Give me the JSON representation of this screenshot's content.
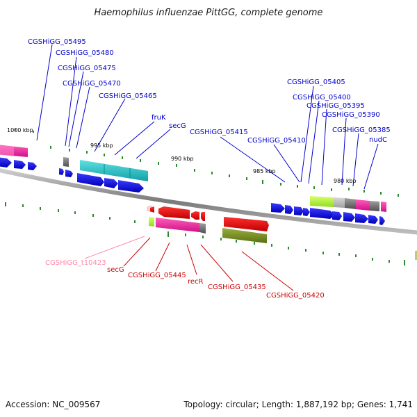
{
  "title": "Haemophilus influenzae PittGG, complete genome",
  "footer": {
    "accession": "Accession: NC_009567",
    "summary": "Topology: circular; Length: 1,887,192 bp; Genes: 1,741"
  },
  "scale_labels": [
    "1000 kbp",
    "995 kbp",
    "990 kbp",
    "985 kbp",
    "980 kbp"
  ],
  "colors": {
    "forward_label": "#0000cc",
    "reverse_label": "#cc0000",
    "trna_label": "#ff88aa",
    "cds_arrow": "#0000ee",
    "backbone": "#888888"
  },
  "forward_genes": [
    "CGSHiGG_05495",
    "CGSHiGG_05480",
    "CGSHiGG_05475",
    "CGSHiGG_05470",
    "CGSHiGG_05465",
    "fruK",
    "secG",
    "CGSHiGG_05415",
    "CGSHiGG_05410",
    "CGSHiGG_05405",
    "CGSHiGG_05400",
    "CGSHiGG_05395",
    "CGSHiGG_05390",
    "CGSHiGG_05385",
    "nudC"
  ],
  "reverse_genes": [
    "CGSHiGG_t10423",
    "secG",
    "CGSHiGG_05445",
    "recR",
    "CGSHiGG_05435",
    "CGSHiGG_05420"
  ]
}
